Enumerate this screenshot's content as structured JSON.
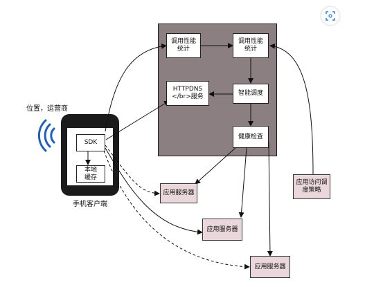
{
  "labels": {
    "location_carrier": "位置，运营商",
    "phone_client": "手机客户端"
  },
  "nodes": {
    "perf_stats_1": "调用性能\n统计",
    "perf_stats_2": "调用性能\n统计",
    "httpdns": "HTTPDNS\n</br>服务",
    "smart_schedule": "智能调度",
    "health_check": "健康检查",
    "sdk": "SDK",
    "local_cache": "本地\n缓存",
    "app_server_1": "应用服务器",
    "app_server_2": "应用服务器",
    "app_server_3": "应用服务器",
    "access_policy": "应用访问调\n度策略"
  },
  "colors": {
    "panel": "#8c7f82",
    "pink_box": "#ead7db",
    "signal": "#1f5fbf",
    "phone": "#1b1b1b",
    "scan_icon": "#2f7de1"
  },
  "icons": {
    "signal": "wifi-signal-icon",
    "scan": "scan-icon"
  }
}
